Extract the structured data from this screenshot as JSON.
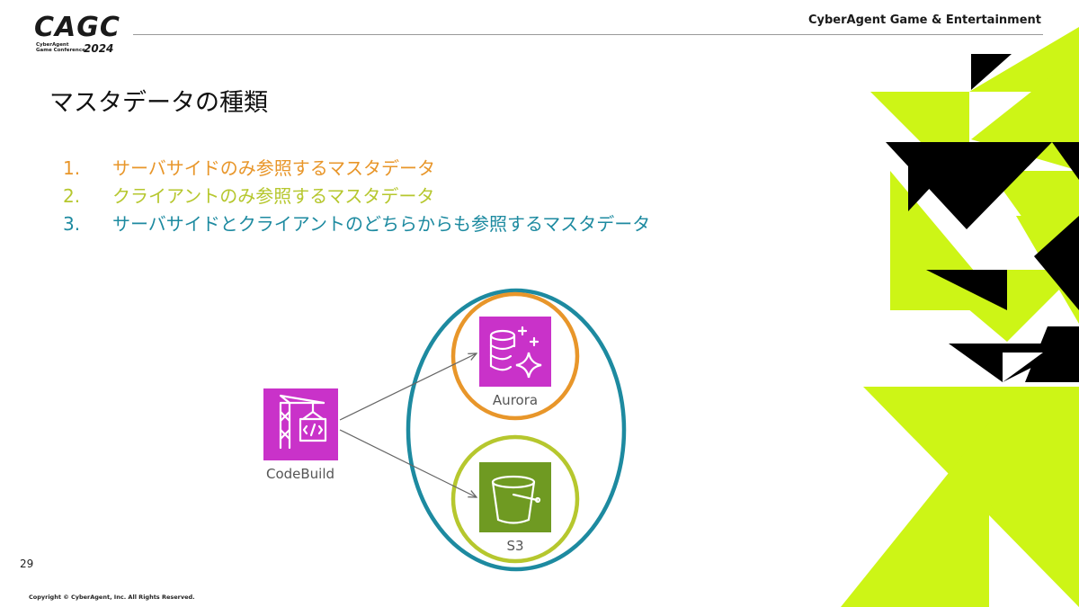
{
  "header": {
    "logo_main": "CAGC",
    "logo_sub": "CyberAgent\nGame Conference",
    "logo_year": "2024",
    "company": "CyberAgent Game & Entertainment"
  },
  "title": "マスタデータの種類",
  "list": [
    {
      "num": "1.",
      "text": "サーバサイドのみ参照するマスタデータ",
      "color": "#e8962a"
    },
    {
      "num": "2.",
      "text": "クライアントのみ参照するマスタデータ",
      "color": "#b6c72e"
    },
    {
      "num": "3.",
      "text": "サーバサイドとクライアントのどちらからも参照するマスタデータ",
      "color": "#1d8aa0"
    }
  ],
  "diagram": {
    "nodes": {
      "codebuild": {
        "label": "CodeBuild",
        "icon": "codebuild-icon",
        "color": "#c932c9"
      },
      "aurora": {
        "label": "Aurora",
        "icon": "aurora-database-icon",
        "color": "#c932c9",
        "ring_color": "#e8962a"
      },
      "s3": {
        "label": "S3",
        "icon": "s3-bucket-icon",
        "color": "#6f9a22",
        "ring_color": "#b6c72e"
      }
    },
    "outer_ring_color": "#1d8aa0",
    "edges": [
      {
        "from": "CodeBuild",
        "to": "Aurora"
      },
      {
        "from": "CodeBuild",
        "to": "S3"
      }
    ]
  },
  "page_number": "29",
  "copyright": "Copyright © CyberAgent, Inc. All Rights Reserved.",
  "colors": {
    "accent_lime": "#cdf516",
    "black": "#000000"
  }
}
